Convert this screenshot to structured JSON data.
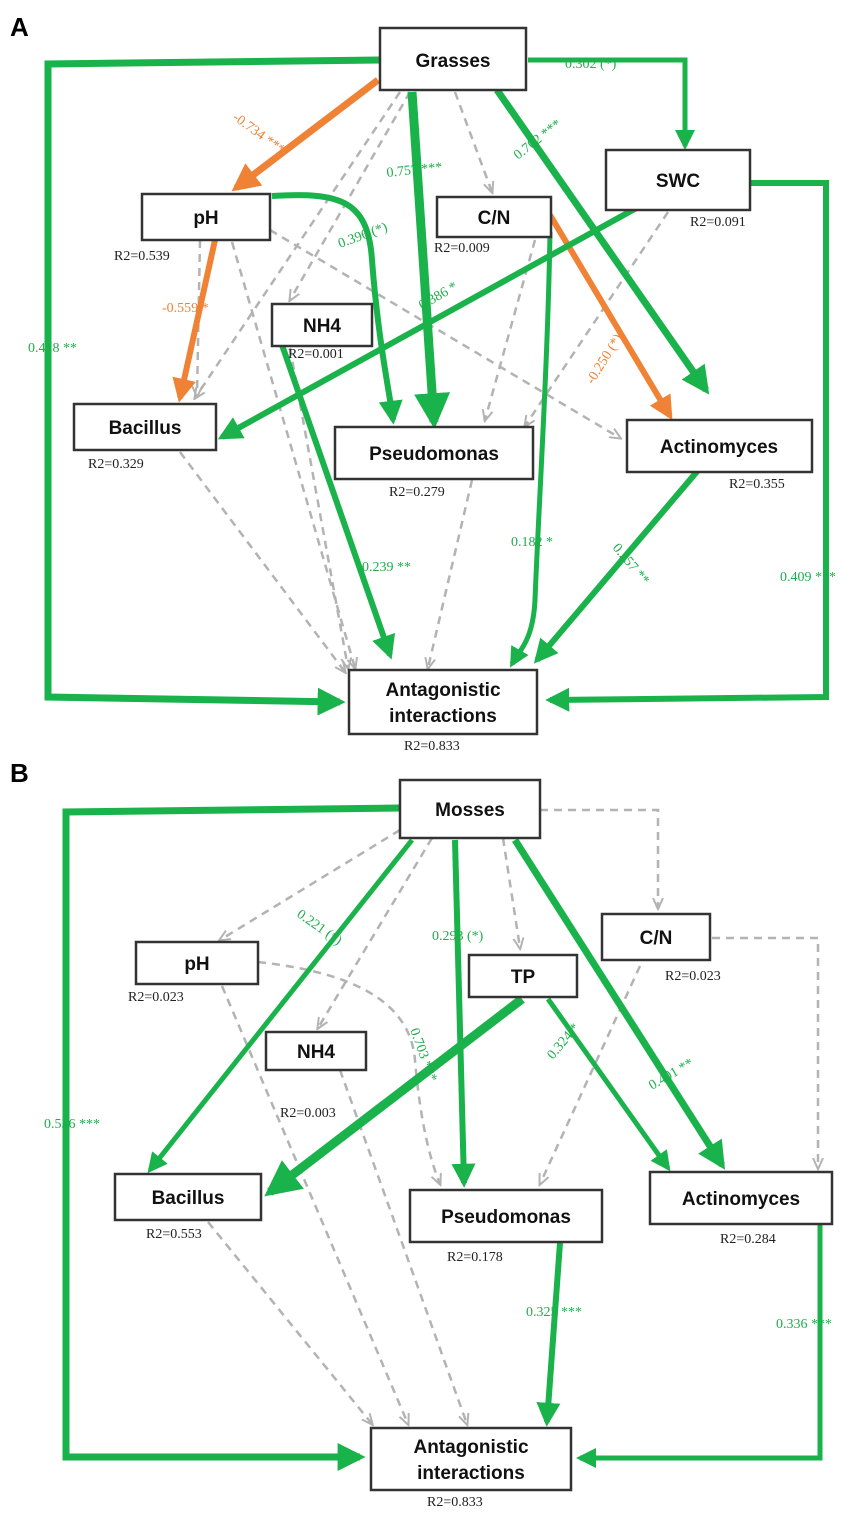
{
  "panel_a": {
    "label": "A",
    "nodes": {
      "grasses": {
        "label": "Grasses"
      },
      "swc": {
        "label": "SWC",
        "r2": "R2=0.091"
      },
      "ph": {
        "label": "pH",
        "r2": "R2=0.539"
      },
      "cn": {
        "label": "C/N",
        "r2": "R2=0.009"
      },
      "nh4": {
        "label": "NH4",
        "r2": "R2=0.001"
      },
      "bacillus": {
        "label": "Bacillus",
        "r2": "R2=0.329"
      },
      "pseudomonas": {
        "label": "Pseudomonas",
        "r2": "R2=0.279"
      },
      "actinomyces": {
        "label": "Actinomyces",
        "r2": "R2=0.355"
      },
      "antagonistic": {
        "line1": "Antagonistic",
        "line2": "interactions",
        "r2": "R2=0.833"
      }
    },
    "paths": [
      {
        "from": "Grasses",
        "to": "SWC",
        "label": "0.302 (*)",
        "sign": "positive"
      },
      {
        "from": "Grasses",
        "to": "pH",
        "label": "-0.734 ***",
        "sign": "negative"
      },
      {
        "from": "Grasses",
        "to": "Pseudomonas",
        "label": "0.757 ***",
        "sign": "positive"
      },
      {
        "from": "Grasses",
        "to": "Actinomyces",
        "label": "0.702 ***",
        "sign": "positive"
      },
      {
        "from": "Grasses",
        "to": "Antagonistic interactions",
        "label": "0.418 **",
        "sign": "positive"
      },
      {
        "from": "pH",
        "to": "Pseudomonas",
        "label": "0.396 (*)",
        "sign": "positive"
      },
      {
        "from": "pH",
        "to": "Bacillus",
        "label": "-0.559 *",
        "sign": "negative"
      },
      {
        "from": "SWC",
        "to": "Bacillus",
        "label": "0.386 *",
        "sign": "positive"
      },
      {
        "from": "C/N",
        "to": "Actinomyces",
        "label": "-0.250 (*)",
        "sign": "negative"
      },
      {
        "from": "NH4",
        "to": "Antagonistic interactions",
        "label": "0.239 **",
        "sign": "positive"
      },
      {
        "from": "C/N",
        "to": "Antagonistic interactions",
        "label": "0.182 *",
        "sign": "positive"
      },
      {
        "from": "Actinomyces",
        "to": "Antagonistic interactions",
        "label": "0.257 **",
        "sign": "positive"
      },
      {
        "from": "SWC",
        "to": "Antagonistic interactions",
        "label": "0.409 ***",
        "sign": "positive"
      }
    ]
  },
  "panel_b": {
    "label": "B",
    "nodes": {
      "mosses": {
        "label": "Mosses"
      },
      "ph": {
        "label": "pH",
        "r2": "R2=0.023"
      },
      "cn": {
        "label": "C/N",
        "r2": "R2=0.023"
      },
      "tp": {
        "label": "TP"
      },
      "nh4": {
        "label": "NH4",
        "r2": "R2=0.003"
      },
      "bacillus": {
        "label": "Bacillus",
        "r2": "R2=0.553"
      },
      "pseudomonas": {
        "label": "Pseudomonas",
        "r2": "R2=0.178"
      },
      "actinomyces": {
        "label": "Actinomyces",
        "r2": "R2=0.284"
      },
      "antagonistic": {
        "line1": "Antagonistic",
        "line2": "interactions",
        "r2": "R2=0.833"
      }
    },
    "paths": [
      {
        "from": "Mosses",
        "to": "Bacillus",
        "label": "0.221 (*)",
        "sign": "positive"
      },
      {
        "from": "Mosses",
        "to": "Pseudomonas",
        "label": "0.293 (*)",
        "sign": "positive"
      },
      {
        "from": "Mosses",
        "to": "Actinomyces",
        "label": "0.401 **",
        "sign": "positive"
      },
      {
        "from": "Mosses",
        "to": "Antagonistic interactions",
        "label": "0.536 ***",
        "sign": "positive"
      },
      {
        "from": "TP",
        "to": "Bacillus",
        "label": "0.703 ***",
        "sign": "positive"
      },
      {
        "from": "TP",
        "to": "Actinomyces",
        "label": "0.324 *",
        "sign": "positive"
      },
      {
        "from": "Pseudomonas",
        "to": "Antagonistic interactions",
        "label": "0.325 ***",
        "sign": "positive"
      },
      {
        "from": "Actinomyces",
        "to": "Antagonistic interactions",
        "label": "0.336 ***",
        "sign": "positive"
      }
    ]
  },
  "colors": {
    "positive": "#19b24b",
    "negative": "#ef8235",
    "nonsignificant": "#b3b3b3"
  }
}
